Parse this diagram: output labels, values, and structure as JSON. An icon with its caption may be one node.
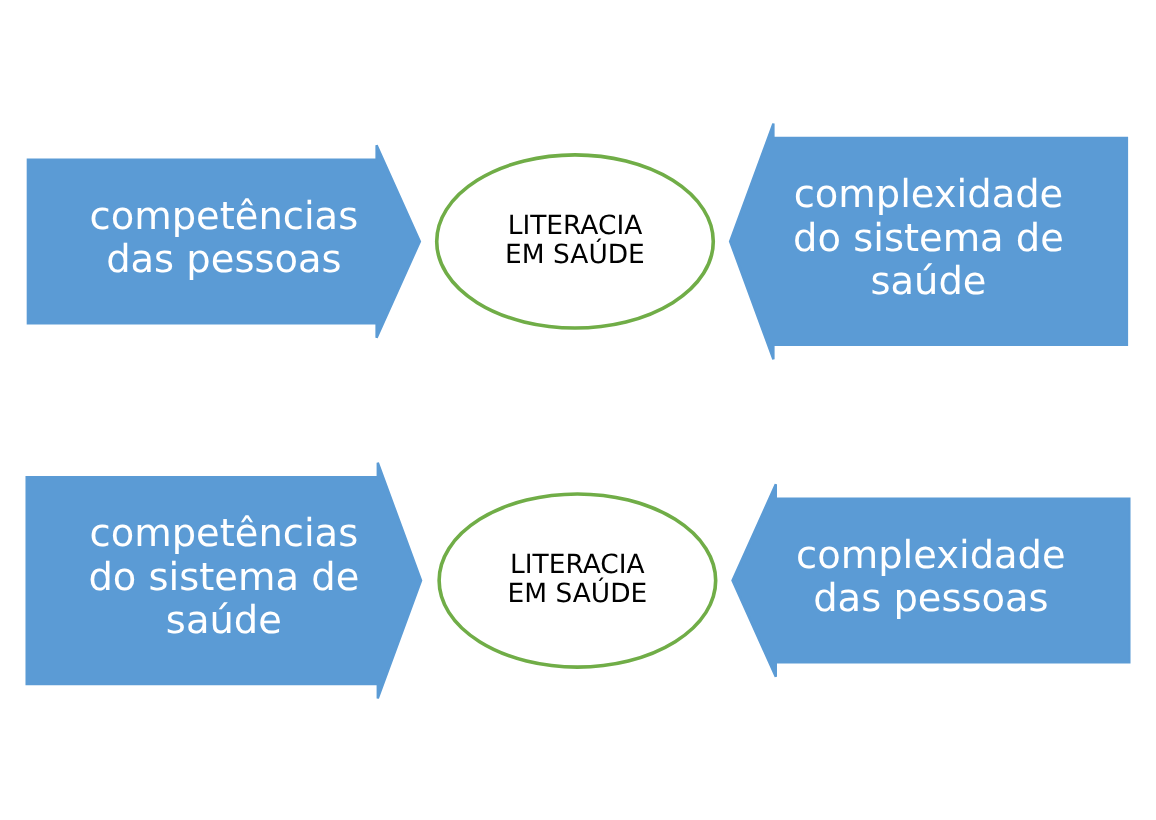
{
  "diagram": {
    "nodes": [
      {
        "text": [
          "competências das pessoas"
        ]
      },
      {
        "text": [
          "LITERACIA EM SAÚDE"
        ]
      },
      {
        "text": [
          "complexidade do sistema de saúde"
        ]
      },
      {
        "text": [
          "competências do sistema de saúde"
        ]
      },
      {
        "text": [
          "LITERACIA EM SAÚDE"
        ]
      },
      {
        "text": [
          "complexidade das pessoas"
        ]
      }
    ]
  }
}
